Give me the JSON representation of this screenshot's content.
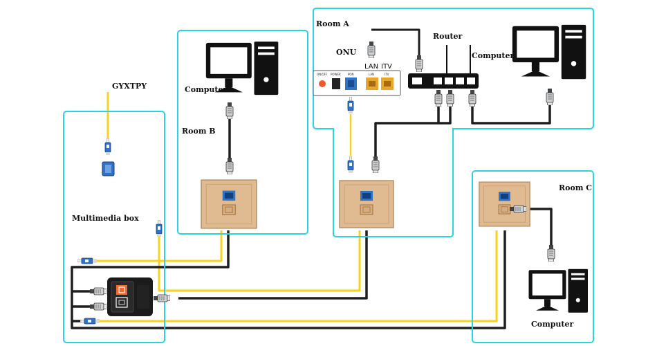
{
  "colors": {
    "room_border": "#29d3e4",
    "fiber": "#f7d320",
    "ethernet": "#1e1e1e",
    "panel": "#e0bb92",
    "panel_edge": "#b89066",
    "device": "#111111",
    "lan_port": "#e7a72a",
    "fiber_port": "#2f73c9",
    "power": "#ef5a2a"
  },
  "labels": {
    "gyxtpy": "GYXTPY",
    "multimedia_box": "Multimedia box",
    "room_a": "Room A",
    "room_b": "Room B",
    "room_c": "Room C",
    "onu": "ONU",
    "lan": "LAN",
    "itv": "ITV",
    "router": "Router",
    "computer_a": "Computer",
    "computer_b": "Computer",
    "computer_c": "Computer"
  },
  "onu_ports": {
    "on_off": "ON/OFF",
    "power": "POWER",
    "pon": "PON",
    "lan": "LAN",
    "itv": "ITV"
  },
  "icons": {
    "computer": "desktop-computer-icon",
    "wall_panel": "wall-socket-icon",
    "onu": "onu-device-icon",
    "router": "router-icon",
    "splitter": "fiber-splitter-icon"
  }
}
